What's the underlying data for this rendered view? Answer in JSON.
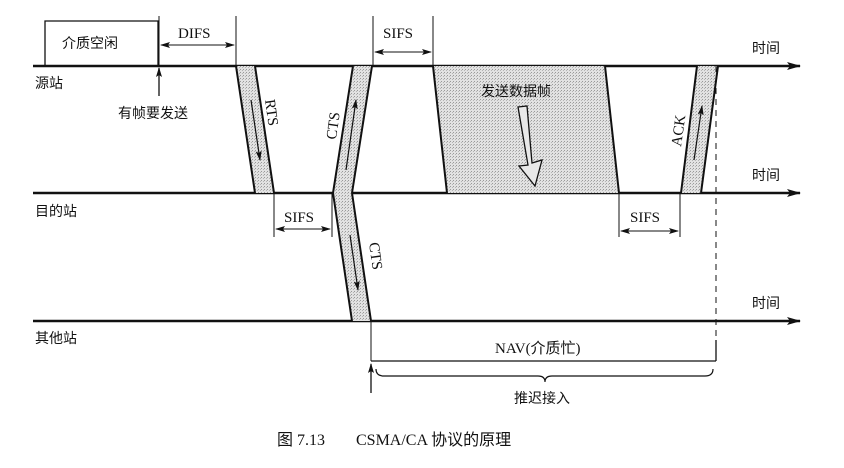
{
  "diagram": {
    "title": "CSMA/CA 协议的原理",
    "caption": {
      "figure_number": "图 7.13",
      "text": "CSMA/CA 协议的原理"
    },
    "stations": [
      {
        "id": "source",
        "label": "源站",
        "axis_label": "时间"
      },
      {
        "id": "destination",
        "label": "目的站",
        "axis_label": "时间"
      },
      {
        "id": "other",
        "label": "其他站",
        "axis_label": "时间"
      }
    ],
    "labels": {
      "medium_idle": "介质空闲",
      "frame_to_send": "有帧要发送",
      "difs": "DIFS",
      "sifs_top": "SIFS",
      "sifs_dest_1": "SIFS",
      "sifs_dest_2": "SIFS",
      "rts": "RTS",
      "cts_up": "CTS",
      "cts_down": "CTS",
      "data_frame": "发送数据帧",
      "ack": "ACK",
      "nav": "NAV(介质忙)",
      "defer_access": "推迟接入"
    },
    "colors": {
      "line": "#111111",
      "frame_fill": "#d4d4d4",
      "background": "#ffffff"
    }
  }
}
